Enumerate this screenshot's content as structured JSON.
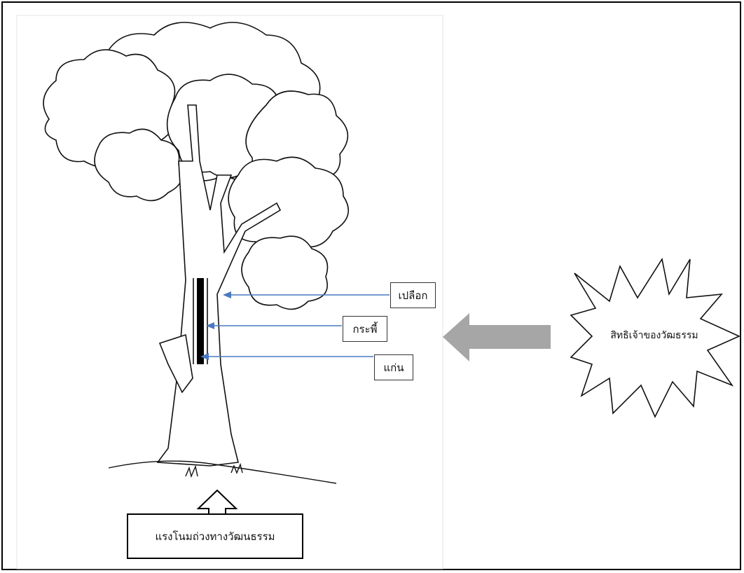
{
  "labels": {
    "bark": "เปลือก",
    "cambium": "กระพี้",
    "core": "แก่น"
  },
  "starburst": {
    "text": "สิทธิเจ้าของวัฒธรรม"
  },
  "bottom_box": {
    "text": "แรงโนมถ่วงทางวัฒนธรรม"
  },
  "colors": {
    "pointer_lines": "#4a78c2",
    "big_arrow": "#a6a6a6",
    "outline": "#000000"
  }
}
